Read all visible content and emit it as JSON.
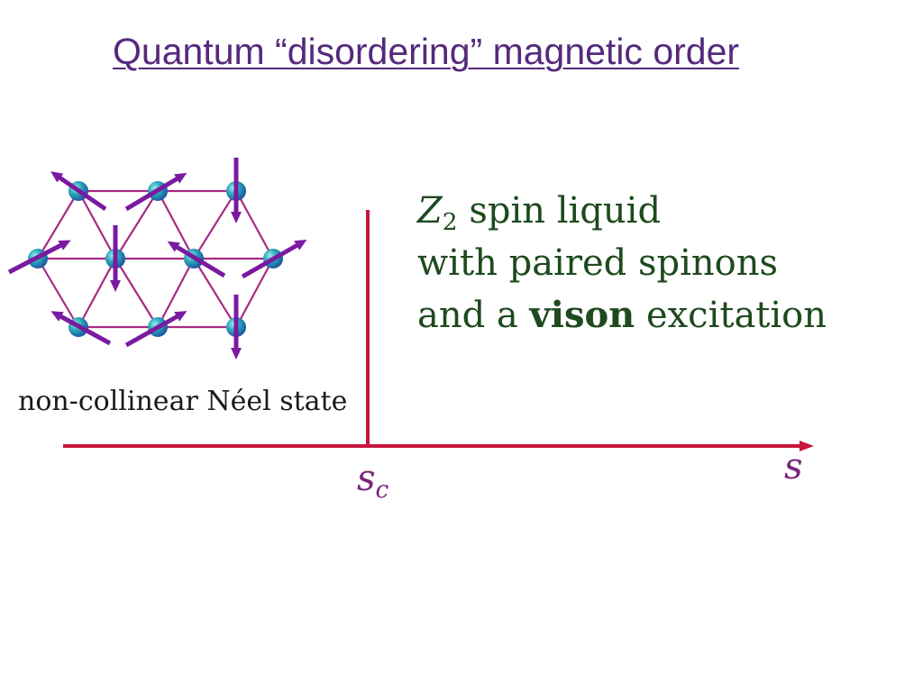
{
  "title": "Quantum “disordering” magnetic order",
  "phases": {
    "left": {
      "label": "non-collinear Néel state"
    },
    "right": {
      "line1": {
        "symbol": "Z",
        "subscript": "2",
        "text": "spin liquid"
      },
      "line2": {
        "text": "with paired spinons"
      },
      "line3": {
        "before": "and a",
        "bold": "vison",
        "after": "excitation"
      }
    }
  },
  "axis": {
    "critical": {
      "symbol": "s",
      "subscript": "c"
    },
    "end_label": "s"
  },
  "colors": {
    "title": "#55297d",
    "axis": "#c8163c",
    "phase_text": "#1e4a1e",
    "math_label": "#7a2578",
    "left_label": "#1a1a1a",
    "lattice_bond": "#a82a86",
    "spin_arrow": "#7a1aa0",
    "site": "#2aa8b8"
  }
}
